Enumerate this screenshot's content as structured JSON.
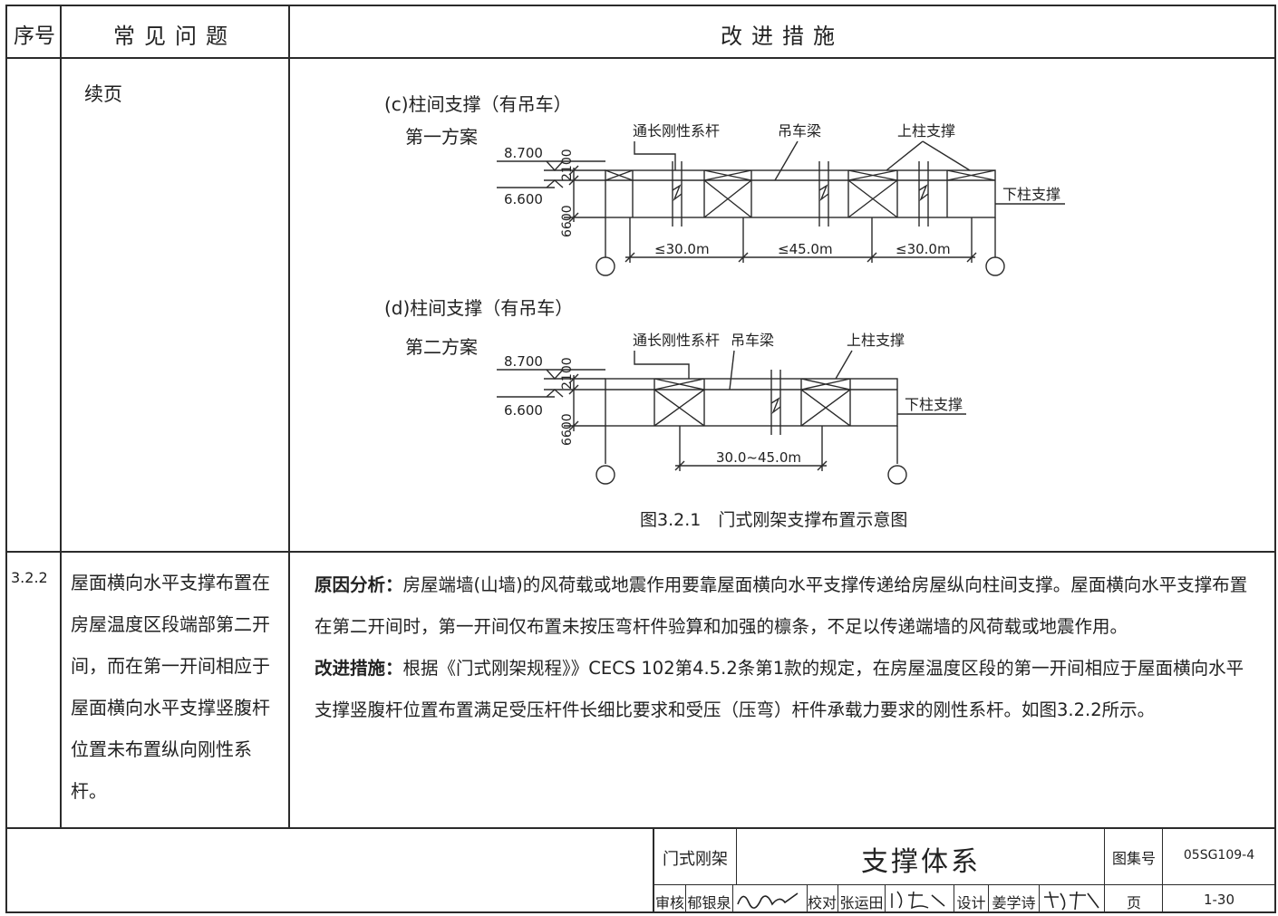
{
  "header": {
    "col_no": "序号",
    "col_question": "常见问题",
    "col_measure": "改进措施"
  },
  "row1": {
    "question": "续页",
    "figure_c": {
      "title": "(c)柱间支撑（有吊车）",
      "plan": "第一方案",
      "label_tie": "通长刚性系杆",
      "label_crane": "吊车梁",
      "label_upper": "上柱支撑",
      "label_lower": "下柱支撑",
      "elev_top": "8.700",
      "elev_bottom": "6.600",
      "dim_upper": "2100",
      "dim_lower": "6600",
      "span1": "≤30.0m",
      "span2": "≤45.0m",
      "span3": "≤30.0m"
    },
    "figure_d": {
      "title": "(d)柱间支撑（有吊车）",
      "plan": "第二方案",
      "label_tie": "通长刚性系杆",
      "label_crane": "吊车梁",
      "label_upper": "上柱支撑",
      "label_lower": "下柱支撑",
      "elev_top": "8.700",
      "elev_bottom": "6.600",
      "dim_upper": "2100",
      "dim_lower": "6600",
      "span": "30.0~45.0m"
    },
    "caption": "图3.2.1　门式刚架支撑布置示意图"
  },
  "row2": {
    "no": "3.2.2",
    "question": "屋面横向水平支撑布置在房屋温度区段端部第二开间，而在第一开间相应于屋面横向水平支撑竖腹杆位置未布置纵向刚性系杆。",
    "cause_label": "原因分析：",
    "cause_text": "房屋端墙(山墙)的风荷载或地震作用要靠屋面横向水平支撑传递给房屋纵向柱间支撑。屋面横向水平支撑布置在第二开间时，第一开间仅布置未按压弯杆件验算和加强的檩条，不足以传递端墙的风荷载或地震作用。",
    "measure_label": "改进措施：",
    "measure_text": "根据《门式刚架规程》》CECS 102第4.5.2条第1款的规定，在房屋温度区段的第一开间相应于屋面横向水平支撑竖腹杆位置布置满足受压杆件长细比要求和受压（压弯）杆件承载力要求的刚性系杆。如图3.2.2所示。"
  },
  "title_block": {
    "category": "门式刚架",
    "title": "支撑体系",
    "atlas_label": "图集号",
    "atlas_no": "05SG109-4",
    "review_label": "审核",
    "reviewer": "郁银泉",
    "check_label": "校对",
    "checker": "张运田",
    "design_label": "设计",
    "designer": "姜学诗",
    "page_label": "页",
    "page_no": "1-30"
  }
}
